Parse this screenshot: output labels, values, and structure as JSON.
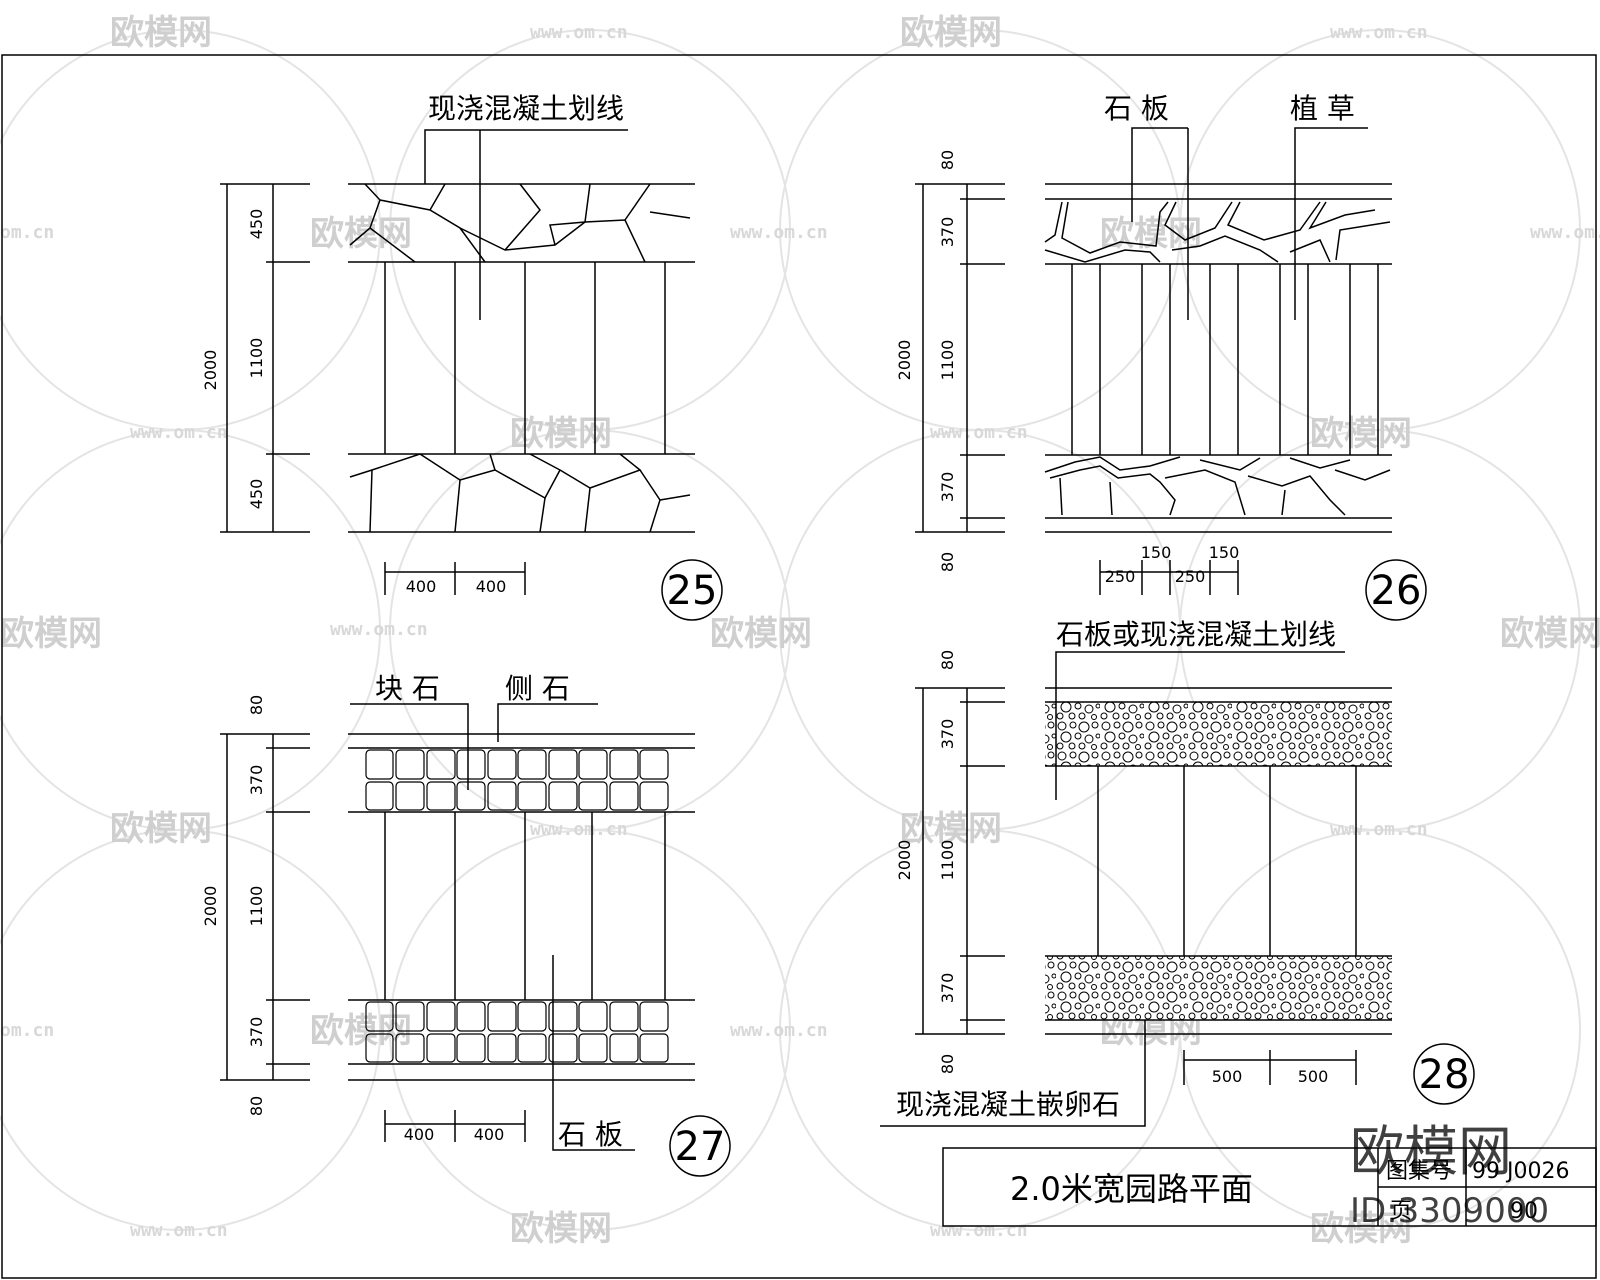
{
  "drawing": {
    "title": "2.0米宽园路平面",
    "drawing_no_label": "图集号",
    "drawing_no": "99 J0026",
    "page_label": "页",
    "page_no": "90"
  },
  "watermark": {
    "brand": "欧模网",
    "url": "www.om.cn",
    "id_text": "ID:3309000",
    "brand_large": "欧模网",
    "short_url": "om.cn"
  },
  "detail25": {
    "number": "25",
    "label": "现浇混凝土划线",
    "dims": {
      "total": "2000",
      "top": "450",
      "mid": "1100",
      "bottom": "450",
      "w1": "400",
      "w2": "400"
    }
  },
  "detail26": {
    "number": "26",
    "label_left": "石 板",
    "label_right": "植 草",
    "dims": {
      "total": "2000",
      "top_edge": "80",
      "top": "370",
      "mid": "1100",
      "bottom": "370",
      "bottom_edge": "80",
      "w1": "250",
      "w2": "150",
      "w3": "250",
      "w4": "150"
    }
  },
  "detail27": {
    "number": "27",
    "label_left": "块 石",
    "label_right": "侧 石",
    "label_bottom": "石 板",
    "dims": {
      "total": "2000",
      "top_edge": "80",
      "top": "370",
      "mid": "1100",
      "bottom": "370",
      "bottom_edge": "80",
      "w1": "400",
      "w2": "400"
    }
  },
  "detail28": {
    "number": "28",
    "label_top": "石板或现浇混凝土划线",
    "label_bottom": "现浇混凝土嵌卵石",
    "dims": {
      "total": "2000",
      "top_edge": "80",
      "top": "370",
      "mid": "1100",
      "bottom": "370",
      "bottom_edge": "80",
      "w1": "500",
      "w2": "500"
    }
  }
}
